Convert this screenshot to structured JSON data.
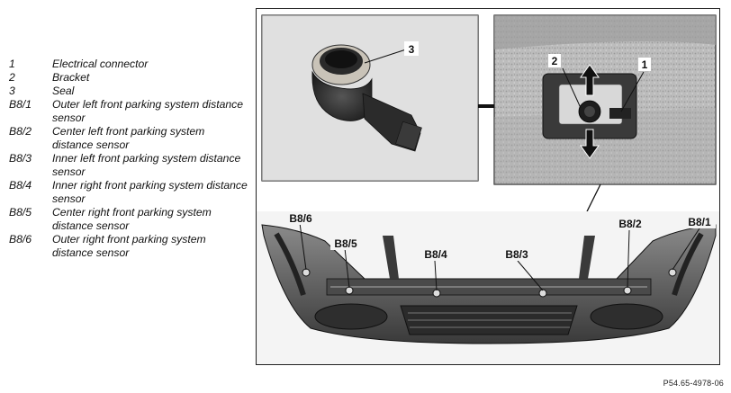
{
  "legend": [
    {
      "code": "1",
      "text": "Electrical connector"
    },
    {
      "code": "2",
      "text": "Bracket"
    },
    {
      "code": "3",
      "text": "Seal"
    },
    {
      "code": "B8/1",
      "text": "Outer left front parking system distance sensor"
    },
    {
      "code": "B8/2",
      "text": "Center left front parking system distance sensor"
    },
    {
      "code": "B8/3",
      "text": "Inner left front parking system distance sensor"
    },
    {
      "code": "B8/4",
      "text": "Inner right front parking system distance sensor"
    },
    {
      "code": "B8/5",
      "text": "Center right front parking system distance sensor"
    },
    {
      "code": "B8/6",
      "text": "Outer right front parking system distance sensor"
    }
  ],
  "figure": {
    "callouts": {
      "c1": "1",
      "c2": "2",
      "c3": "3",
      "b81": "B8/1",
      "b82": "B8/2",
      "b83": "B8/3",
      "b84": "B8/4",
      "b85": "B8/5",
      "b86": "B8/6"
    },
    "reference": "P54.65-4978-06"
  }
}
